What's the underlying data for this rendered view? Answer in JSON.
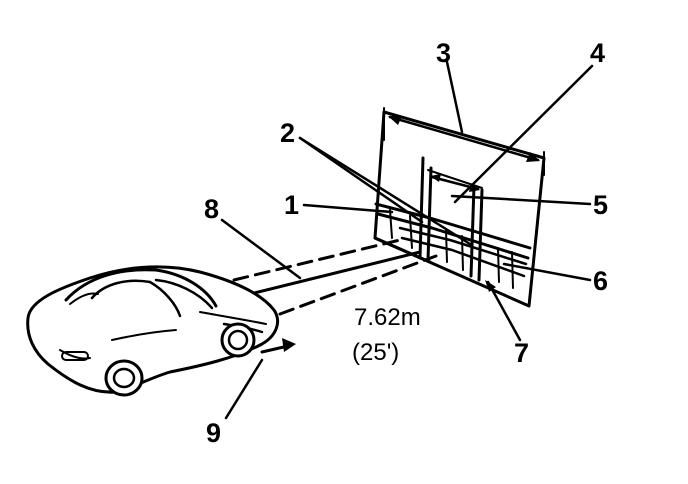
{
  "callouts": [
    "1",
    "2",
    "3",
    "4",
    "5",
    "6",
    "7",
    "8",
    "9"
  ],
  "distance": {
    "metric": "7.62m",
    "imperial": "(25')"
  }
}
